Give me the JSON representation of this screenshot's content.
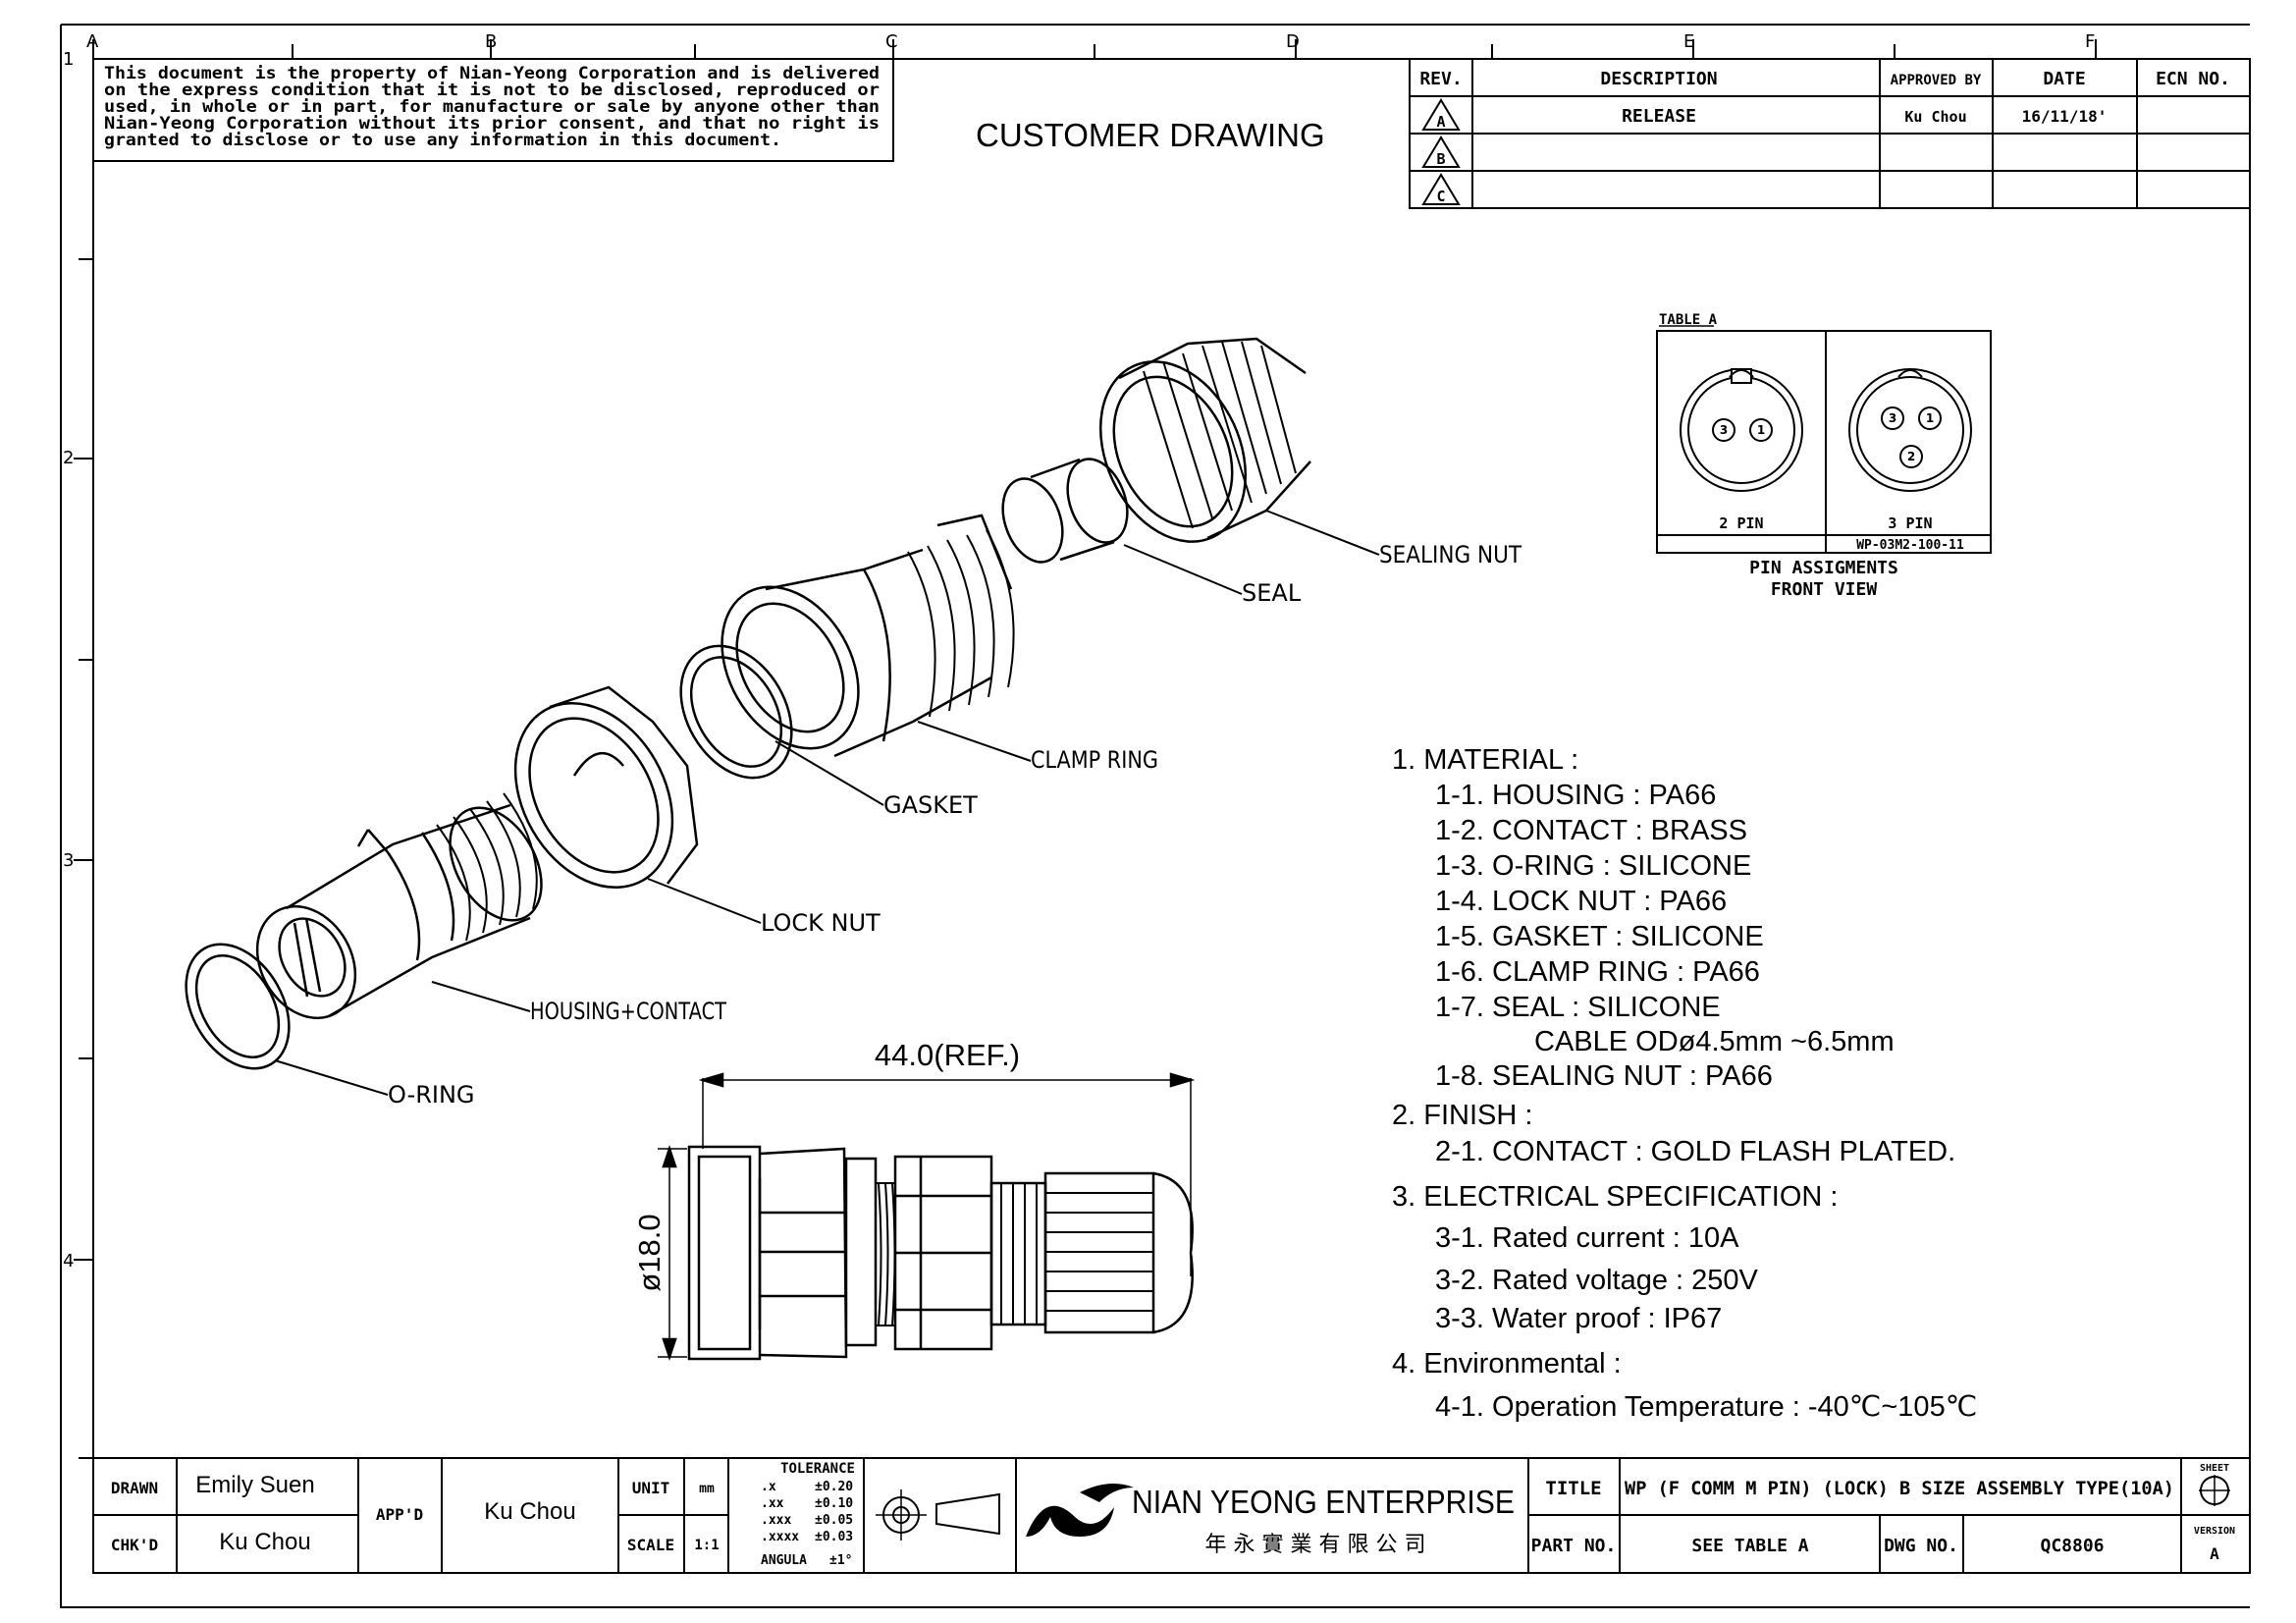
{
  "frame": {
    "col_letters": [
      "A",
      "B",
      "C",
      "D",
      "E",
      "F"
    ],
    "row_numbers": [
      "1",
      "2",
      "3",
      "4"
    ]
  },
  "disclaimer_lines": [
    "This document is the property of Nian-Yeong Corporation and is delivered",
    "on  the  express  condition that it is not to be disclosed, reproduced or",
    "used, in whole or in part, for manufacture or sale by anyone other than",
    "Nian-Yeong Corporation without  its prior consent, and that  no right  is",
    "granted to disclose or to use any information in this  document."
  ],
  "heading": "CUSTOMER  DRAWING",
  "revision_table": {
    "headers": [
      "REV.",
      "DESCRIPTION",
      "APPROVED BY",
      "DATE",
      "ECN NO."
    ],
    "rows": [
      {
        "rev": "A",
        "description": "RELEASE",
        "approved_by": "Ku Chou",
        "date": "16/11/18'",
        "ecn": ""
      },
      {
        "rev": "B",
        "description": "",
        "approved_by": "",
        "date": "",
        "ecn": ""
      },
      {
        "rev": "C",
        "description": "",
        "approved_by": "",
        "date": "",
        "ecn": ""
      }
    ]
  },
  "table_a": {
    "caption": "TABLE A",
    "left_label": "2  PIN",
    "right_label": "3  PIN",
    "part_code": "WP-03M2-100-11",
    "footer_line1": "PIN  ASSIGMENTS",
    "footer_line2": "FRONT  VIEW",
    "two_pin": [
      "3",
      "1"
    ],
    "three_pin": [
      "3",
      "1",
      "2"
    ]
  },
  "part_labels": {
    "sealing_nut": "SEALING NUT",
    "seal": "SEAL",
    "clamp_ring": "CLAMP RING",
    "gasket": "GASKET",
    "lock_nut": "LOCK NUT",
    "housing": "HOUSING+CONTACT",
    "o_ring": "O-RING"
  },
  "dimensions": {
    "length": "44.0(REF.)",
    "diameter": "ø18.0"
  },
  "spec_lines": [
    {
      "text": "1.  MATERIAL  :",
      "indent": 0
    },
    {
      "text": "1-1.  HOUSING  :  PA66",
      "indent": 1
    },
    {
      "text": "1-2.  CONTACT  :  BRASS",
      "indent": 1
    },
    {
      "text": "1-3.  O-RING  :  SILICONE",
      "indent": 1
    },
    {
      "text": "1-4.  LOCK  NUT  :  PA66",
      "indent": 1
    },
    {
      "text": "1-5.  GASKET  :  SILICONE",
      "indent": 1
    },
    {
      "text": "1-6.  CLAMP  RING  :  PA66",
      "indent": 1
    },
    {
      "text": "1-7.  SEAL  :  SILICONE",
      "indent": 1
    },
    {
      "text": "CABLE  ODø4.5mm  ~6.5mm",
      "indent": 2
    },
    {
      "text": "1-8.  SEALING  NUT  :  PA66",
      "indent": 1
    },
    {
      "text": "2.  FINISH  :",
      "indent": 0
    },
    {
      "text": "2-1.  CONTACT  :  GOLD  FLASH  PLATED.",
      "indent": 1
    },
    {
      "text": "3.  ELECTRICAL  SPECIFICATION  :",
      "indent": 0
    },
    {
      "text": "3-1.  Rated  current  :  10A",
      "indent": 1
    },
    {
      "text": "3-2.  Rated  voltage  :  250V",
      "indent": 1
    },
    {
      "text": "3-3.  Water  proof  :  IP67",
      "indent": 1
    },
    {
      "text": "4.  Environmental  :",
      "indent": 0
    },
    {
      "text": "4-1.  Operation  Temperature  :  -40℃~105℃",
      "indent": 1
    }
  ],
  "title_block": {
    "drawn_label": "DRAWN",
    "drawn_value": "Emily Suen",
    "chkd_label": "CHK'D",
    "chkd_value": "Ku Chou",
    "appd_label": "APP'D",
    "appd_value": "Ku Chou",
    "unit_label": "UNIT",
    "unit_value": "mm",
    "scale_label": "SCALE",
    "scale_value": "1:1",
    "tolerance_title": "TOLERANCE",
    "tolerances": [
      {
        "k": ".x",
        "v": "±0.20"
      },
      {
        "k": ".xx",
        "v": "±0.10"
      },
      {
        "k": ".xxx",
        "v": "±0.05"
      },
      {
        "k": ".xxxx",
        "v": "±0.03"
      },
      {
        "k": "ANGULA",
        "v": "±1°"
      }
    ],
    "company_en": "NIAN YEONG ENTERPRISE",
    "company_zh": "年 永 實 業 有 限 公 司",
    "title_label": "TITLE",
    "title_value": "WP (F COMM M PIN) (LOCK) B SIZE ASSEMBLY TYPE(10A)",
    "part_label": "PART NO.",
    "part_value": "SEE TABLE A",
    "dwg_label": "DWG NO.",
    "dwg_value": "QC8806",
    "sheet_label": "SHEET",
    "version_label": "VERSION",
    "version_value": "A"
  }
}
